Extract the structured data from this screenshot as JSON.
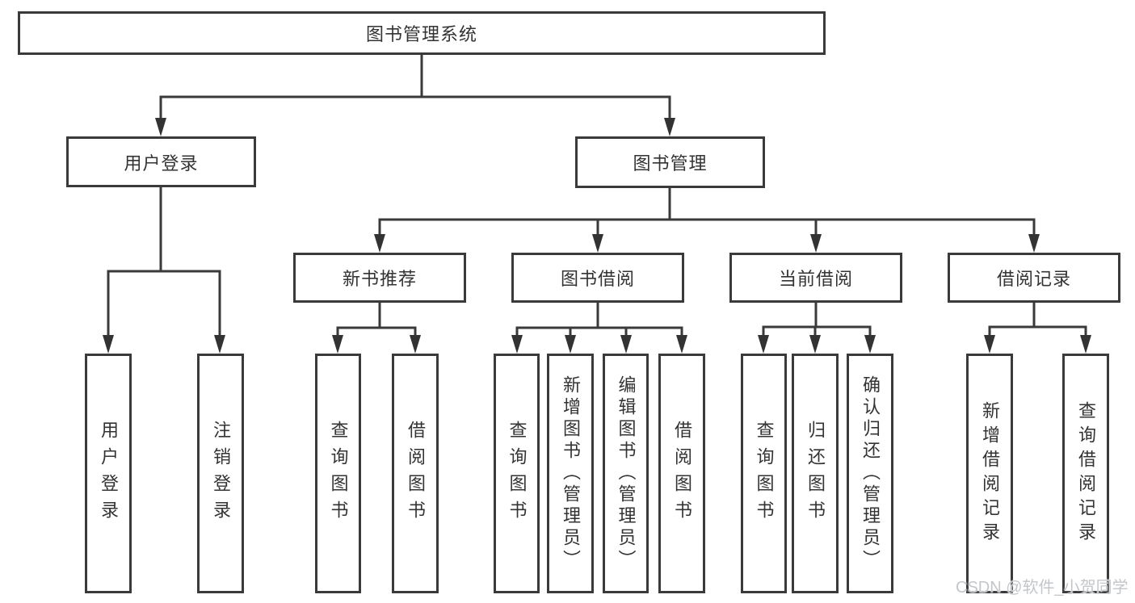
{
  "tree": {
    "root": "图书管理系统",
    "level2": [
      "用户登录",
      "图书管理"
    ],
    "level3": [
      "新书推荐",
      "图书借阅",
      "当前借阅",
      "借阅记录"
    ],
    "leaves": [
      "用户登录",
      "注销登录",
      "查询图书",
      "借阅图书",
      "查询图书",
      "新增图书（管理员）",
      "编辑图书（管理员）",
      "借阅图书",
      "查询图书",
      "归还图书",
      "确认归还（管理员）",
      "新增借阅记录",
      "查询借阅记录"
    ]
  },
  "watermark": "CSDN @软件_小贺同学",
  "colors": {
    "line": "#3a3a3a",
    "text": "#333333",
    "box_background": "#ffffff",
    "watermark": "#c3c7cb"
  }
}
